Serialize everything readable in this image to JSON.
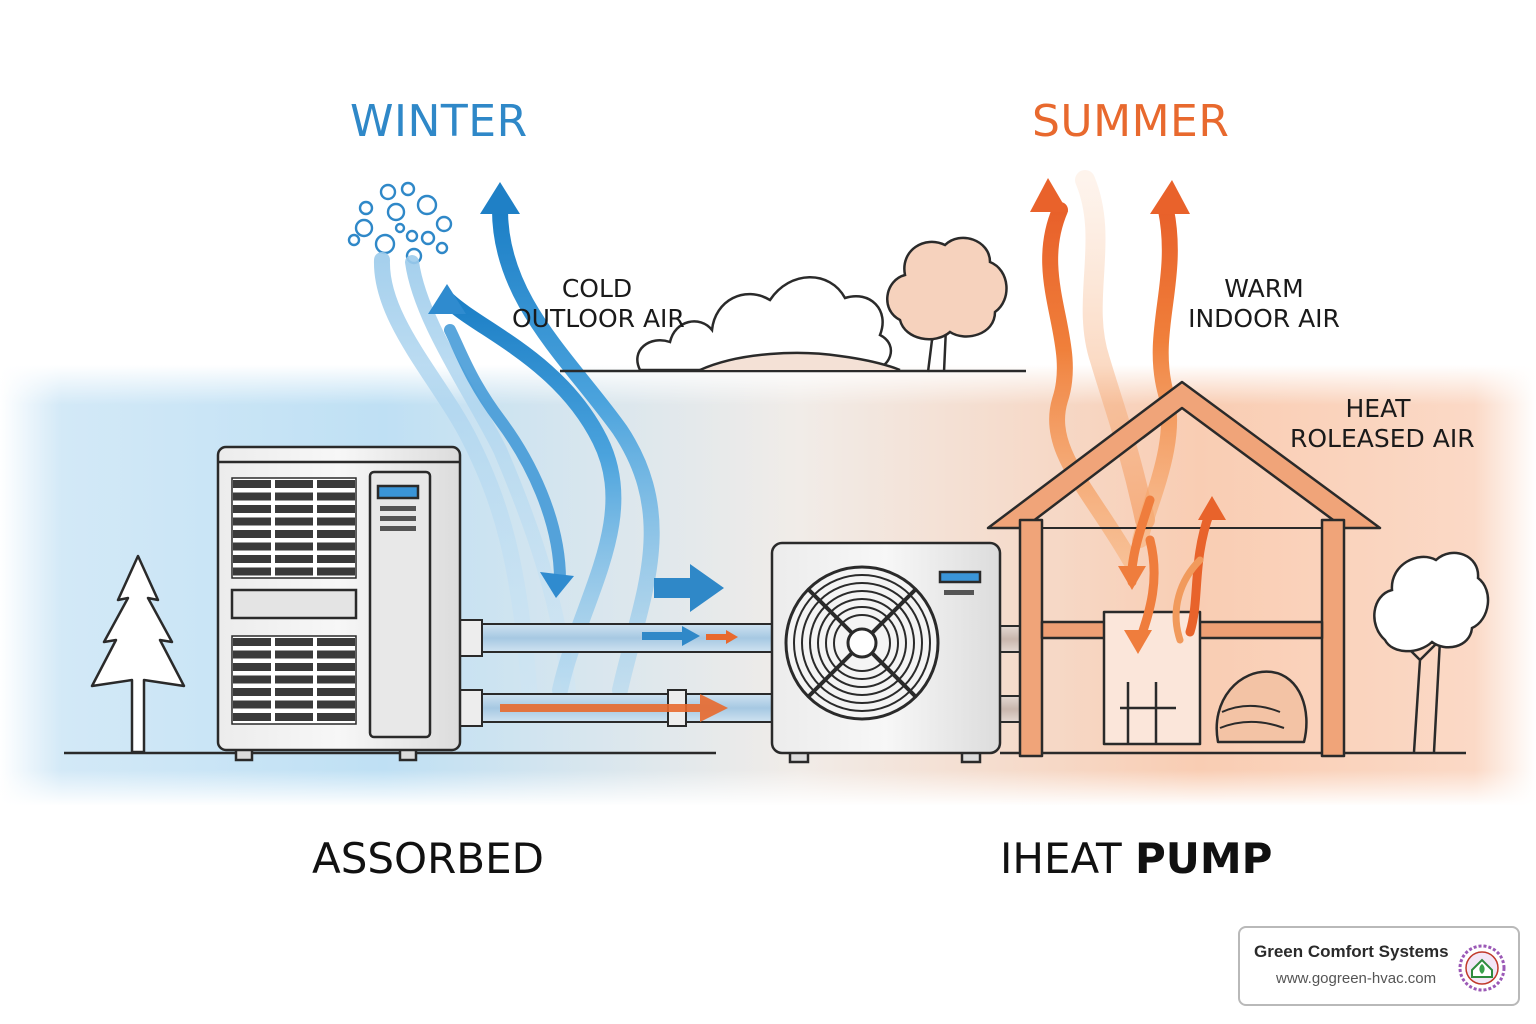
{
  "seasons": {
    "winter": "WINTER",
    "summer": "SUMMER"
  },
  "labels": {
    "cold_outdoor_air": [
      "COLD",
      "OUTLOOR AIR"
    ],
    "warm_indoor_air": [
      "WARM",
      "INDOOR AIR"
    ],
    "heat_released_air": [
      "HEAT",
      "ROLEASED AIR"
    ],
    "absorbed": "ASSORBED",
    "heat_pump_prefix": "IHEAT ",
    "heat_pump_bold": "PUMP"
  },
  "badge": {
    "name": "Green Comfort Systems",
    "url": "www.gogreen-hvac.com"
  },
  "colors": {
    "winter_blue": "#2f88c8",
    "summer_orange": "#e8692e",
    "outline": "#2a2a2a"
  },
  "icons": [
    "snowflake-cluster-icon",
    "pine-tree-icon",
    "bushy-tree-icon",
    "fan-icon",
    "house-icon",
    "logo-badge-icon"
  ]
}
